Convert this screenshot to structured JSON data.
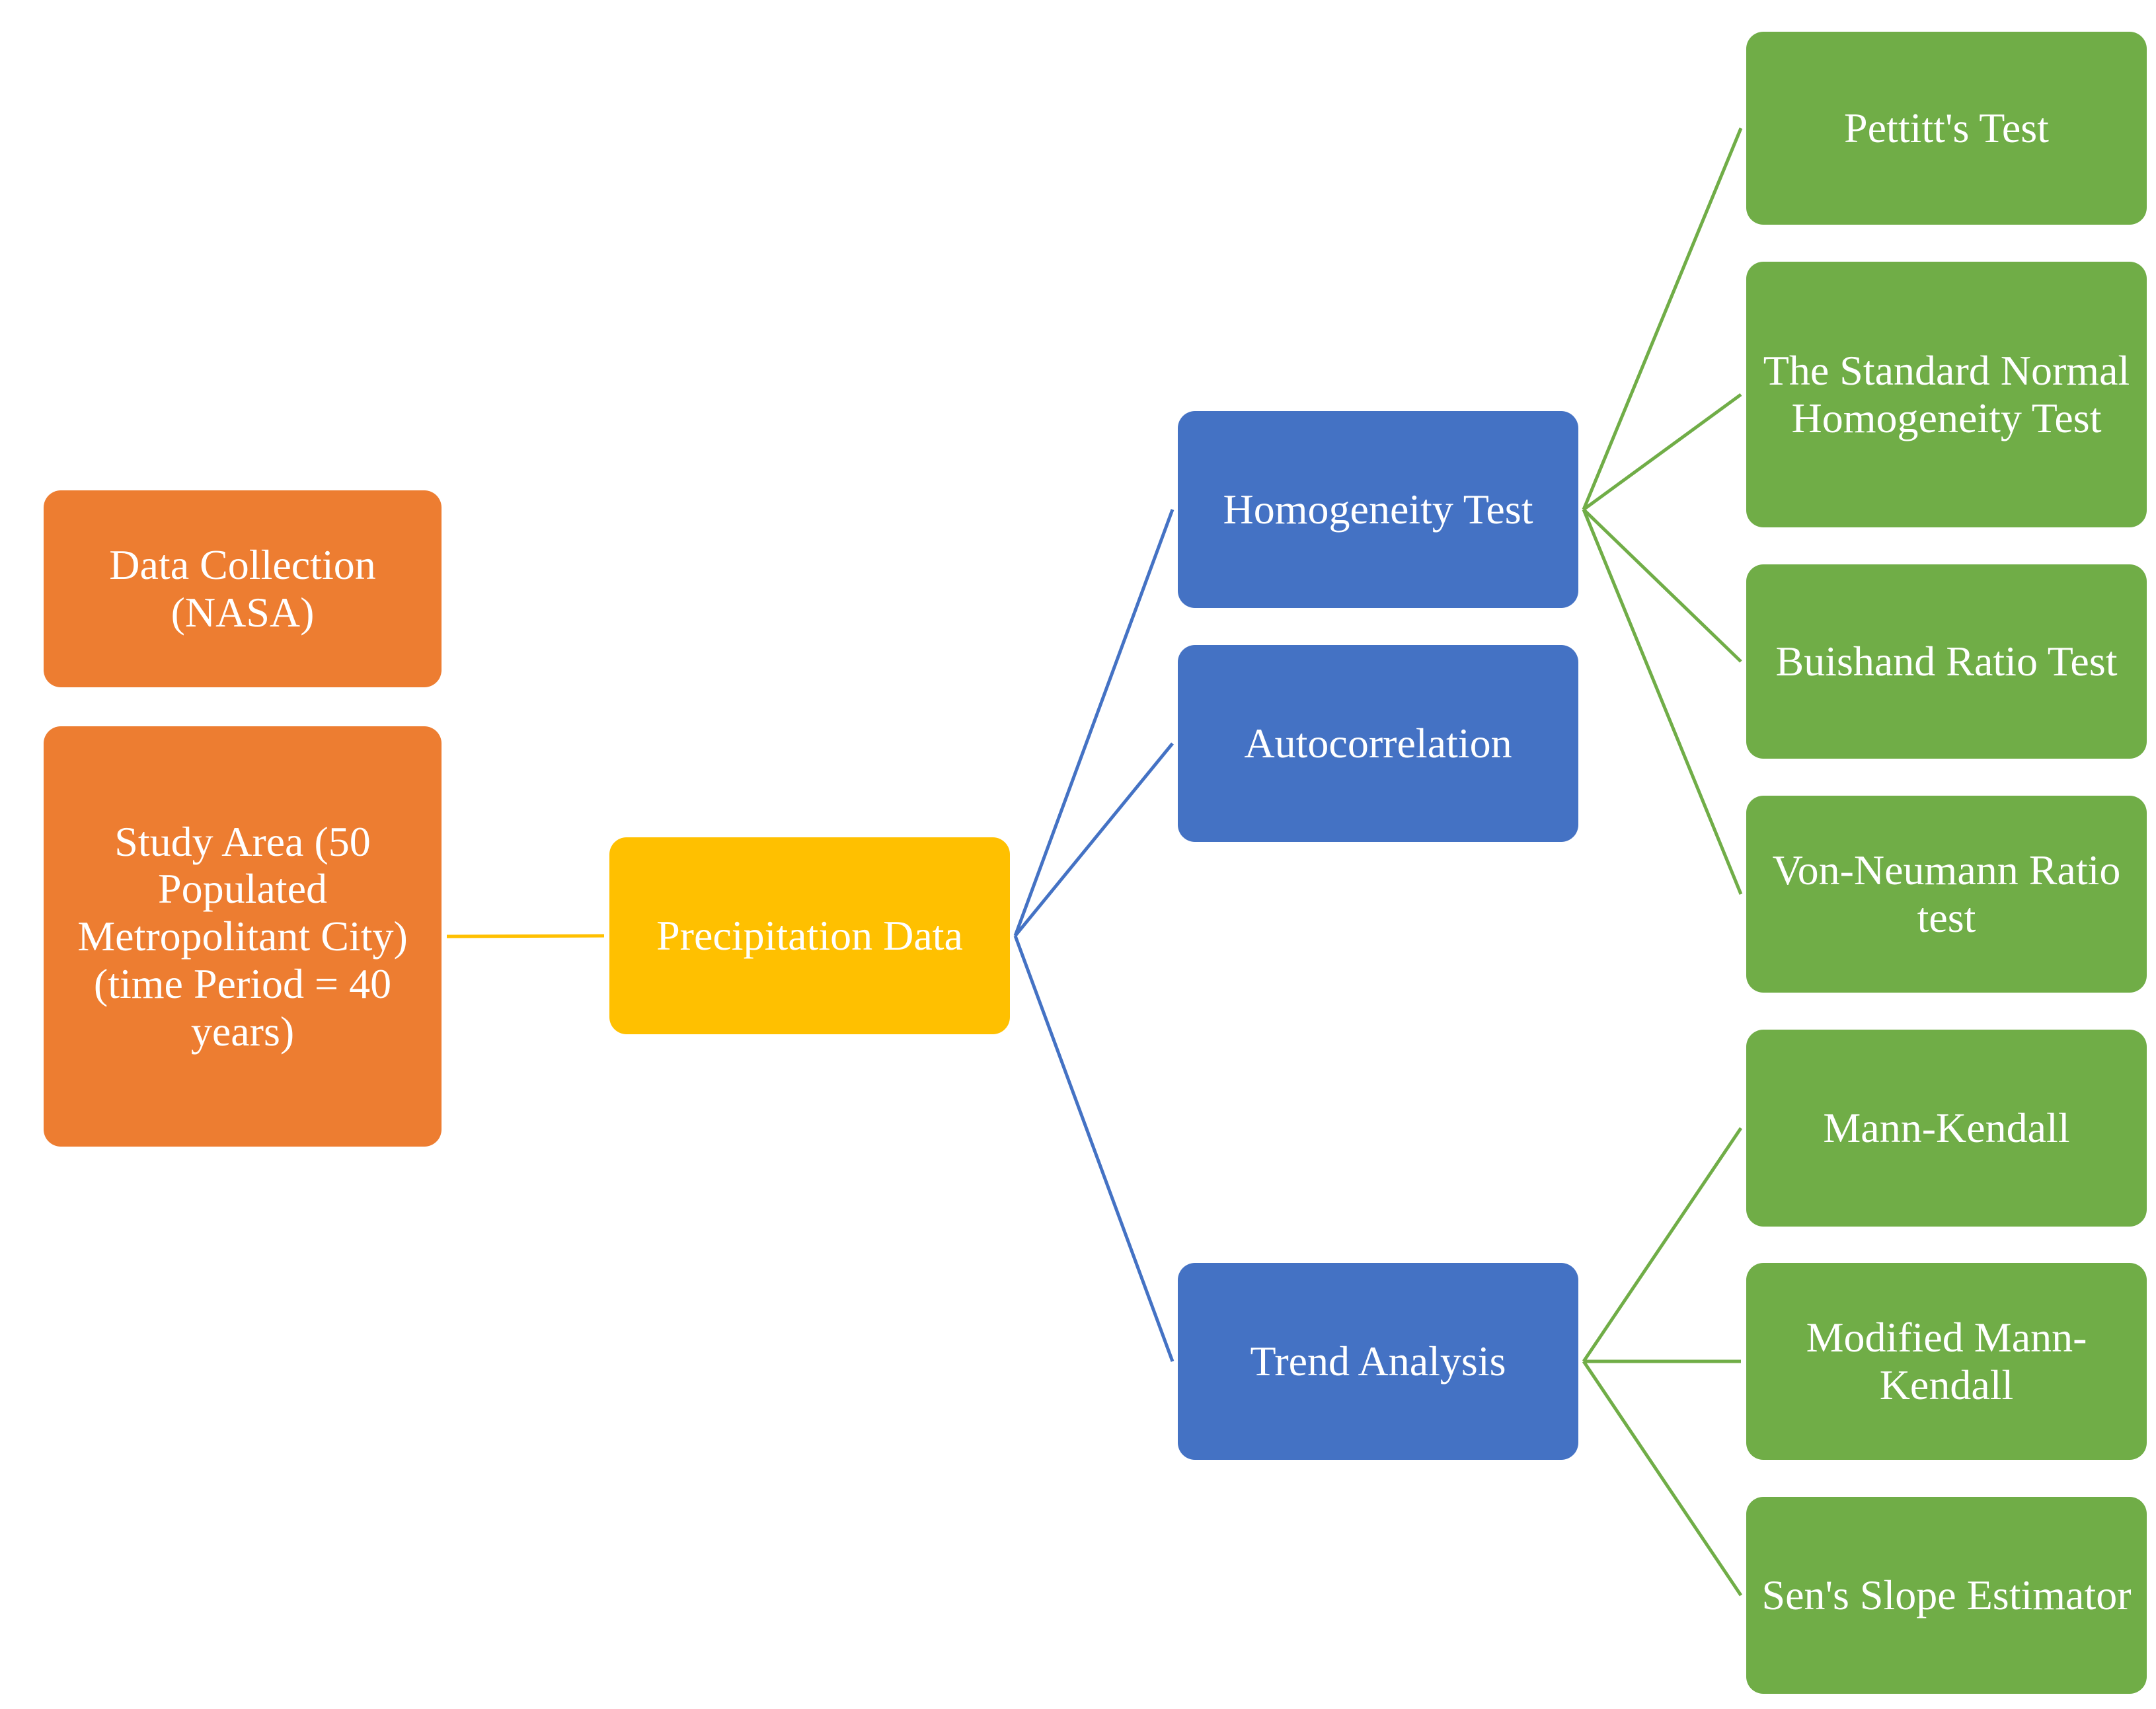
{
  "colors": {
    "orange": "#ED7D31",
    "yellow": "#FFC000",
    "blue": "#4472C4",
    "green": "#70AD47",
    "connector_yellow": "#FFC000",
    "connector_blue": "#4472C4",
    "connector_green": "#70AD47",
    "text": "#FFFFFF"
  },
  "nodes": {
    "data_collection": {
      "text": "Data Collection (NASA)"
    },
    "study_area": {
      "text": "Study Area (50 Populated Metropolitant City) (time Period = 40 years)"
    },
    "precipitation": {
      "text": "Precipitation Data"
    },
    "homogeneity": {
      "text": "Homogeneity Test"
    },
    "autocorrelation": {
      "text": "Autocorrelation"
    },
    "trend": {
      "text": "Trend Analysis"
    },
    "pettitt": {
      "text": "Pettitt's Test"
    },
    "snht": {
      "text": "The Standard Normal Homogeneity Test"
    },
    "buishand": {
      "text": "Buishand Ratio Test"
    },
    "vonneumann": {
      "text": "Von-Neumann Ratio test"
    },
    "mk": {
      "text": "Mann-Kendall"
    },
    "mmk": {
      "text": "Modified Mann-Kendall"
    },
    "sens": {
      "text": "Sen's Slope Estimator"
    }
  },
  "edges": [
    {
      "from": "study_area",
      "to": "precipitation",
      "color": "connector_yellow"
    },
    {
      "from": "precipitation",
      "to": "homogeneity",
      "color": "connector_blue"
    },
    {
      "from": "precipitation",
      "to": "autocorrelation",
      "color": "connector_blue"
    },
    {
      "from": "precipitation",
      "to": "trend",
      "color": "connector_blue"
    },
    {
      "from": "homogeneity",
      "to": "pettitt",
      "color": "connector_green"
    },
    {
      "from": "homogeneity",
      "to": "snht",
      "color": "connector_green"
    },
    {
      "from": "homogeneity",
      "to": "buishand",
      "color": "connector_green"
    },
    {
      "from": "homogeneity",
      "to": "vonneumann",
      "color": "connector_green"
    },
    {
      "from": "trend",
      "to": "mk",
      "color": "connector_green"
    },
    {
      "from": "trend",
      "to": "mmk",
      "color": "connector_green"
    },
    {
      "from": "trend",
      "to": "sens",
      "color": "connector_green"
    }
  ]
}
